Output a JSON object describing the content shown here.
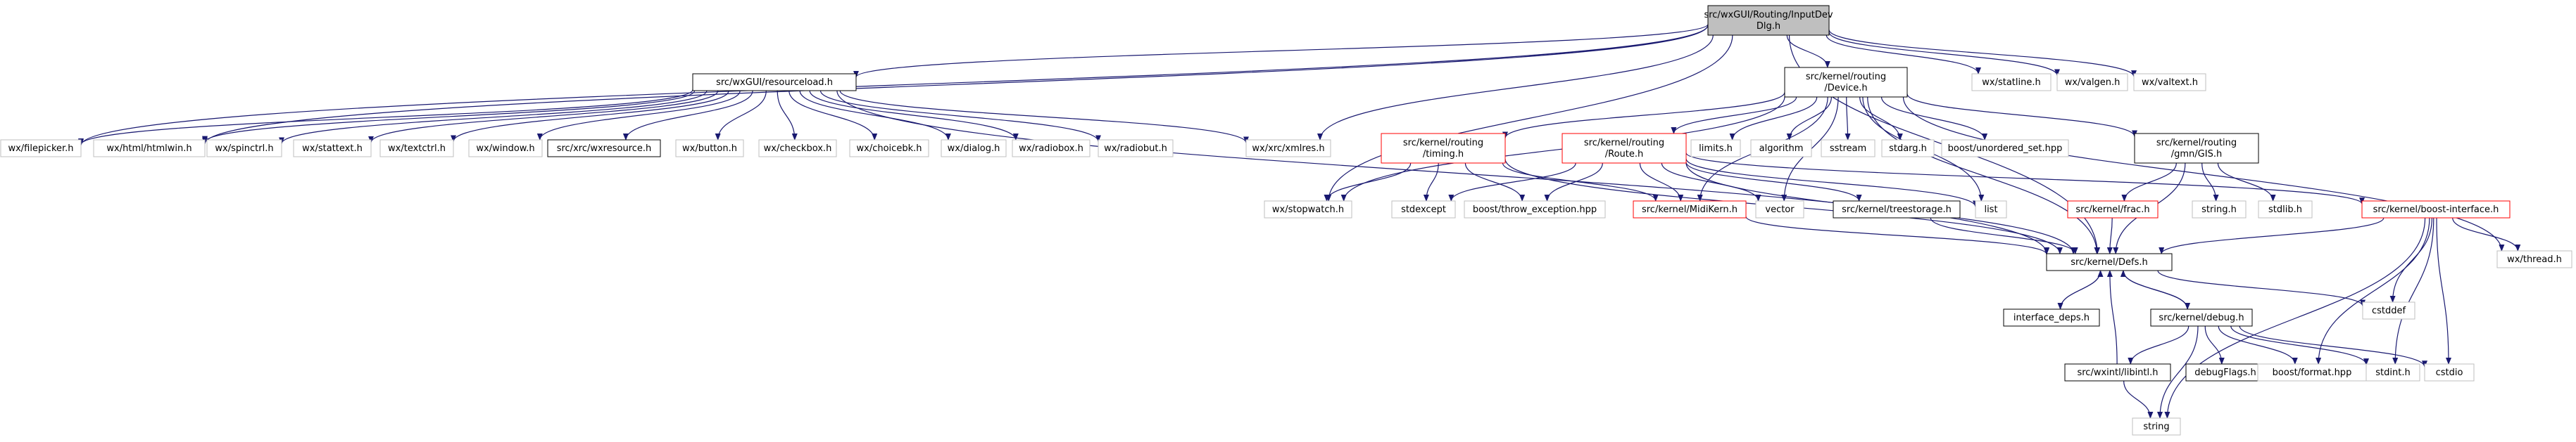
{
  "graph": {
    "root": "root",
    "nodes": [
      {
        "id": "root",
        "lines": [
          "src/wxGUI/Routing/InputDev",
          "Dlg.h"
        ],
        "style": "root"
      },
      {
        "id": "resourceload",
        "lines": [
          "src/wxGUI/resourceload.h"
        ],
        "style": "plain"
      },
      {
        "id": "device",
        "lines": [
          "src/kernel/routing",
          "/Device.h"
        ],
        "style": "plain"
      },
      {
        "id": "statline",
        "lines": [
          "wx/statline.h"
        ],
        "style": "sys"
      },
      {
        "id": "valgen",
        "lines": [
          "wx/valgen.h"
        ],
        "style": "sys"
      },
      {
        "id": "valtext",
        "lines": [
          "wx/valtext.h"
        ],
        "style": "sys"
      },
      {
        "id": "filepicker",
        "lines": [
          "wx/filepicker.h"
        ],
        "style": "sys"
      },
      {
        "id": "htmlwin",
        "lines": [
          "wx/html/htmlwin.h"
        ],
        "style": "sys"
      },
      {
        "id": "spinctrl",
        "lines": [
          "wx/spinctrl.h"
        ],
        "style": "sys"
      },
      {
        "id": "stattext",
        "lines": [
          "wx/stattext.h"
        ],
        "style": "sys"
      },
      {
        "id": "textctrl",
        "lines": [
          "wx/textctrl.h"
        ],
        "style": "sys"
      },
      {
        "id": "window",
        "lines": [
          "wx/window.h"
        ],
        "style": "sys"
      },
      {
        "id": "wxresource",
        "lines": [
          "src/xrc/wxresource.h"
        ],
        "style": "plain"
      },
      {
        "id": "button",
        "lines": [
          "wx/button.h"
        ],
        "style": "sys"
      },
      {
        "id": "checkbox",
        "lines": [
          "wx/checkbox.h"
        ],
        "style": "sys"
      },
      {
        "id": "choicebk",
        "lines": [
          "wx/choicebk.h"
        ],
        "style": "sys"
      },
      {
        "id": "dialog",
        "lines": [
          "wx/dialog.h"
        ],
        "style": "sys"
      },
      {
        "id": "radiobox",
        "lines": [
          "wx/radiobox.h"
        ],
        "style": "sys"
      },
      {
        "id": "radiobut",
        "lines": [
          "wx/radiobut.h"
        ],
        "style": "sys"
      },
      {
        "id": "xmlres",
        "lines": [
          "wx/xrc/xmlres.h"
        ],
        "style": "sys"
      },
      {
        "id": "timing",
        "lines": [
          "src/kernel/routing",
          "/timing.h"
        ],
        "style": "red"
      },
      {
        "id": "route",
        "lines": [
          "src/kernel/routing",
          "/Route.h"
        ],
        "style": "red"
      },
      {
        "id": "limits",
        "lines": [
          "limits.h"
        ],
        "style": "sys"
      },
      {
        "id": "algorithm",
        "lines": [
          "algorithm"
        ],
        "style": "sys"
      },
      {
        "id": "sstream",
        "lines": [
          "sstream"
        ],
        "style": "sys"
      },
      {
        "id": "stdarg",
        "lines": [
          "stdarg.h"
        ],
        "style": "sys"
      },
      {
        "id": "unordered",
        "lines": [
          "boost/unordered_set.hpp"
        ],
        "style": "sys"
      },
      {
        "id": "gis",
        "lines": [
          "src/kernel/routing",
          "/gmn/GIS.h"
        ],
        "style": "plain"
      },
      {
        "id": "stopwatch",
        "lines": [
          "wx/stopwatch.h"
        ],
        "style": "sys"
      },
      {
        "id": "stdexcept",
        "lines": [
          "stdexcept"
        ],
        "style": "sys"
      },
      {
        "id": "throwexc",
        "lines": [
          "boost/throw_exception.hpp"
        ],
        "style": "sys"
      },
      {
        "id": "midikern",
        "lines": [
          "src/kernel/MidiKern.h"
        ],
        "style": "red"
      },
      {
        "id": "vector",
        "lines": [
          "vector"
        ],
        "style": "sys"
      },
      {
        "id": "treestorage",
        "lines": [
          "src/kernel/treestorage.h"
        ],
        "style": "plain"
      },
      {
        "id": "list",
        "lines": [
          "list"
        ],
        "style": "sys"
      },
      {
        "id": "frac",
        "lines": [
          "src/kernel/frac.h"
        ],
        "style": "red"
      },
      {
        "id": "stringh",
        "lines": [
          "string.h"
        ],
        "style": "sys"
      },
      {
        "id": "stdlib",
        "lines": [
          "stdlib.h"
        ],
        "style": "sys"
      },
      {
        "id": "boostif",
        "lines": [
          "src/kernel/boost-interface.h"
        ],
        "style": "red"
      },
      {
        "id": "thread",
        "lines": [
          "wx/thread.h"
        ],
        "style": "sys"
      },
      {
        "id": "defs",
        "lines": [
          "src/kernel/Defs.h"
        ],
        "style": "plain"
      },
      {
        "id": "cstddef",
        "lines": [
          "cstddef"
        ],
        "style": "sys"
      },
      {
        "id": "ifdeps",
        "lines": [
          "interface_deps.h"
        ],
        "style": "plain"
      },
      {
        "id": "debug",
        "lines": [
          "src/kernel/debug.h"
        ],
        "style": "plain"
      },
      {
        "id": "debugflags",
        "lines": [
          "debugFlags.h"
        ],
        "style": "plain"
      },
      {
        "id": "format",
        "lines": [
          "boost/format.hpp"
        ],
        "style": "sys"
      },
      {
        "id": "stdint",
        "lines": [
          "stdint.h"
        ],
        "style": "sys"
      },
      {
        "id": "cstdio",
        "lines": [
          "cstdio"
        ],
        "style": "sys"
      },
      {
        "id": "libintl",
        "lines": [
          "src/wxintl/libintl.h"
        ],
        "style": "plain"
      },
      {
        "id": "string",
        "lines": [
          "string"
        ],
        "style": "sys"
      }
    ],
    "edges": [
      [
        "root",
        "resourceload"
      ],
      [
        "root",
        "device"
      ],
      [
        "root",
        "statline"
      ],
      [
        "root",
        "valgen"
      ],
      [
        "root",
        "valtext"
      ],
      [
        "root",
        "filepicker"
      ],
      [
        "root",
        "htmlwin"
      ],
      [
        "root",
        "xmlres"
      ],
      [
        "root",
        "stopwatch"
      ],
      [
        "root",
        "defs"
      ],
      [
        "resourceload",
        "filepicker"
      ],
      [
        "resourceload",
        "htmlwin"
      ],
      [
        "resourceload",
        "spinctrl"
      ],
      [
        "resourceload",
        "stattext"
      ],
      [
        "resourceload",
        "textctrl"
      ],
      [
        "resourceload",
        "window"
      ],
      [
        "resourceload",
        "wxresource"
      ],
      [
        "resourceload",
        "button"
      ],
      [
        "resourceload",
        "checkbox"
      ],
      [
        "resourceload",
        "choicebk"
      ],
      [
        "resourceload",
        "dialog"
      ],
      [
        "resourceload",
        "radiobox"
      ],
      [
        "resourceload",
        "radiobut"
      ],
      [
        "resourceload",
        "xmlres"
      ],
      [
        "resourceload",
        "defs"
      ],
      [
        "device",
        "timing"
      ],
      [
        "device",
        "route"
      ],
      [
        "device",
        "limits"
      ],
      [
        "device",
        "algorithm"
      ],
      [
        "device",
        "sstream"
      ],
      [
        "device",
        "stdarg"
      ],
      [
        "device",
        "unordered"
      ],
      [
        "device",
        "gis"
      ],
      [
        "device",
        "midikern"
      ],
      [
        "device",
        "vector"
      ],
      [
        "device",
        "list"
      ],
      [
        "device",
        "defs"
      ],
      [
        "device",
        "thread"
      ],
      [
        "device",
        "stopwatch"
      ],
      [
        "timing",
        "stopwatch"
      ],
      [
        "timing",
        "stdexcept"
      ],
      [
        "timing",
        "throwexc"
      ],
      [
        "timing",
        "midikern"
      ],
      [
        "timing",
        "defs"
      ],
      [
        "route",
        "stdexcept"
      ],
      [
        "route",
        "throwexc"
      ],
      [
        "route",
        "midikern"
      ],
      [
        "route",
        "vector"
      ],
      [
        "route",
        "treestorage"
      ],
      [
        "route",
        "list"
      ],
      [
        "route",
        "defs"
      ],
      [
        "route",
        "boostif"
      ],
      [
        "gis",
        "frac"
      ],
      [
        "gis",
        "stringh"
      ],
      [
        "gis",
        "stdlib"
      ],
      [
        "gis",
        "defs"
      ],
      [
        "midikern",
        "defs"
      ],
      [
        "treestorage",
        "defs"
      ],
      [
        "frac",
        "defs"
      ],
      [
        "boostif",
        "defs"
      ],
      [
        "boostif",
        "thread"
      ],
      [
        "boostif",
        "cstddef"
      ],
      [
        "boostif",
        "format"
      ],
      [
        "boostif",
        "stdint"
      ],
      [
        "boostif",
        "cstdio"
      ],
      [
        "boostif",
        "string"
      ],
      [
        "defs",
        "cstddef"
      ],
      [
        "defs",
        "ifdeps"
      ],
      [
        "defs",
        "debug"
      ],
      [
        "ifdeps",
        "defs"
      ],
      [
        "debug",
        "defs"
      ],
      [
        "debug",
        "debugflags"
      ],
      [
        "debug",
        "format"
      ],
      [
        "debug",
        "stdint"
      ],
      [
        "debug",
        "cstdio"
      ],
      [
        "debug",
        "libintl"
      ],
      [
        "debug",
        "string"
      ],
      [
        "libintl",
        "defs"
      ],
      [
        "libintl",
        "string"
      ]
    ]
  },
  "colors": {
    "edge": "#191970",
    "root_fill": "#bfbfbf",
    "root_border": "#000000",
    "plain_border": "#000000",
    "red_border": "#ff0000",
    "sys_border": "#bfbfbf",
    "text": "#000000"
  }
}
